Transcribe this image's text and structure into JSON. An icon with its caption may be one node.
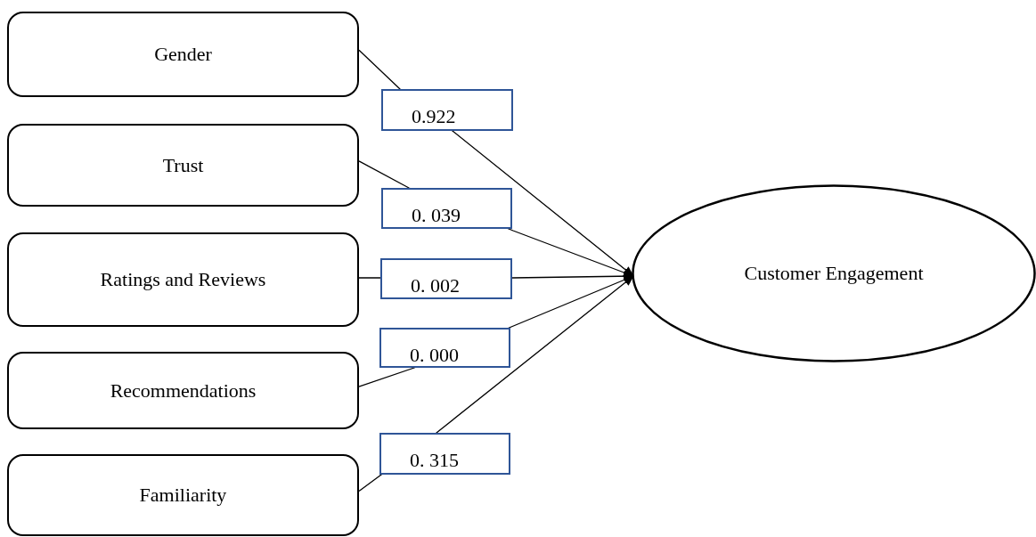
{
  "diagram": {
    "nodes": [
      {
        "text": [
          "Gender"
        ]
      },
      {
        "text": [
          "Trust"
        ]
      },
      {
        "text": [
          "Ratings and Reviews"
        ]
      },
      {
        "text": [
          "Recommendations"
        ]
      },
      {
        "text": [
          "Familiarity"
        ]
      },
      {
        "text": [
          "Customer Engagement"
        ]
      }
    ],
    "edges": [
      {
        "from": 0,
        "to": 5,
        "arrow": "to",
        "label": "0.922"
      },
      {
        "from": 1,
        "to": 5,
        "arrow": "to",
        "label": "0. 039"
      },
      {
        "from": 2,
        "to": 5,
        "arrow": "to",
        "label": "0. 002"
      },
      {
        "from": 3,
        "to": 5,
        "arrow": "to",
        "label": "0. 000"
      },
      {
        "from": 4,
        "to": 5,
        "arrow": "to",
        "label": "0. 315"
      }
    ]
  }
}
